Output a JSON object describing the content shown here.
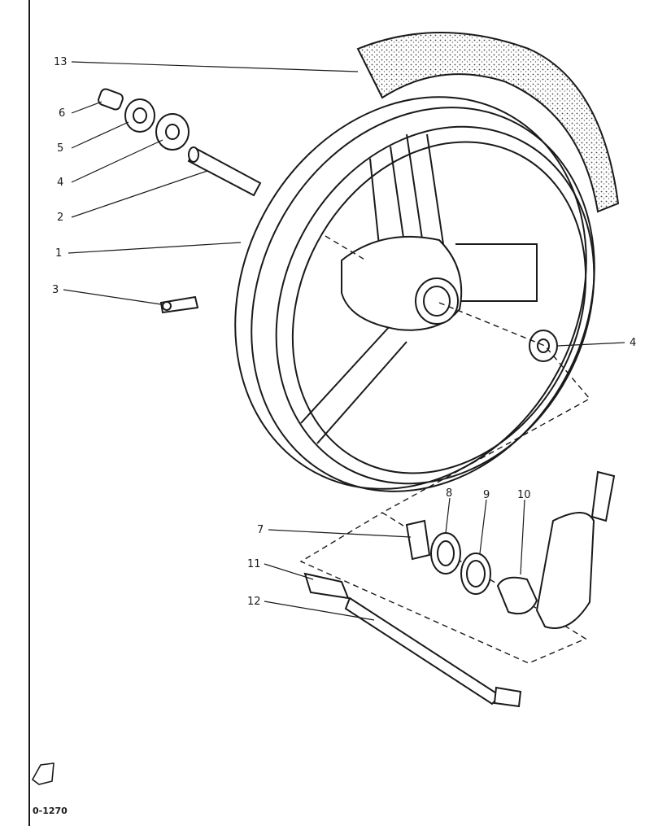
{
  "diagram": {
    "reference_code": "0-1270",
    "callouts": {
      "c1": "1",
      "c2": "2",
      "c3": "3",
      "c4a": "4",
      "c4b": "4",
      "c5": "5",
      "c6": "6",
      "c7": "7",
      "c8": "8",
      "c9": "9",
      "c10": "10",
      "c11": "11",
      "c12": "12",
      "c13": "13"
    }
  },
  "colors": {
    "ink": "#1a1a1a",
    "paper": "#ffffff",
    "tire_fill": "#d8d8d8"
  }
}
